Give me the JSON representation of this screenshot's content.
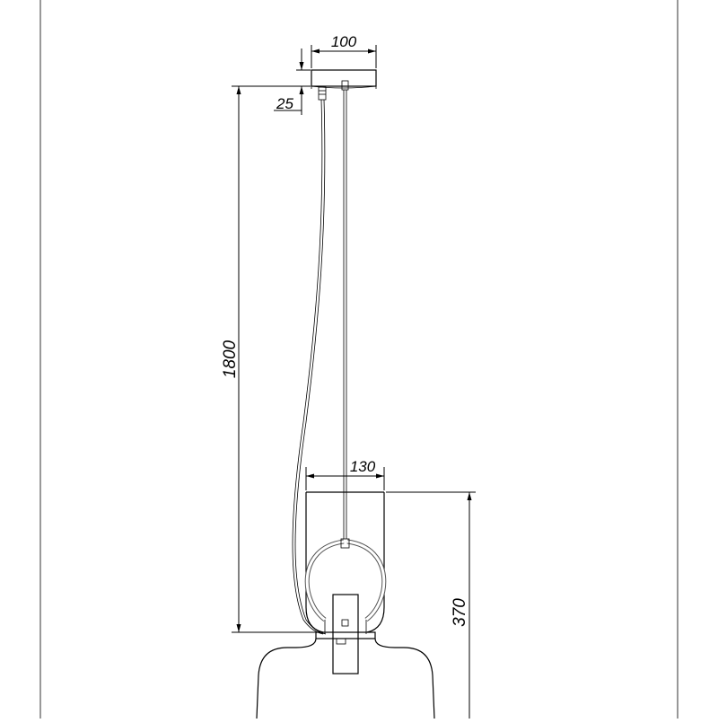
{
  "drawing": {
    "dimensions": {
      "canopy_width": "100",
      "canopy_height": "25",
      "total_drop": "1800",
      "shade_width": "130",
      "shade_height": "370"
    }
  },
  "colors": {
    "line": "#000000",
    "background": "#ffffff",
    "frame": "#555555"
  }
}
